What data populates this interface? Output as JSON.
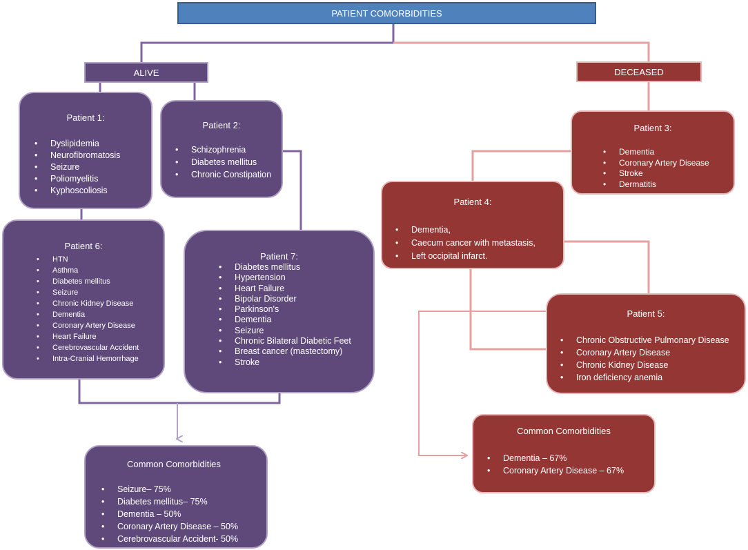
{
  "root_title": "PATIENT COMORBIDITIES",
  "groups": {
    "alive": "ALIVE",
    "deceased": "DECEASED"
  },
  "patients": {
    "p1": {
      "title": "Patient 1:",
      "items": [
        "Dyslipidemia",
        "Neurofibromatosis",
        "Seizure",
        "Poliomyelitis",
        "Kyphoscoliosis"
      ]
    },
    "p2": {
      "title": "Patient 2:",
      "items": [
        "Schizophrenia",
        "Diabetes mellitus",
        "Chronic Constipation"
      ]
    },
    "p3": {
      "title": "Patient 3:",
      "items": [
        "Dementia",
        "Coronary Artery Disease",
        "Stroke",
        "Dermatitis"
      ]
    },
    "p4": {
      "title": "Patient 4:",
      "items": [
        "Dementia,",
        "Caecum cancer with metastasis,",
        " Left occipital infarct."
      ]
    },
    "p5": {
      "title": "Patient 5:",
      "items": [
        "Chronic Obstructive Pulmonary Disease",
        "Coronary Artery Disease",
        "Chronic Kidney Disease",
        "Iron deficiency anemia"
      ]
    },
    "p6": {
      "title": "Patient 6:",
      "items": [
        "HTN",
        "Asthma",
        "Diabetes mellitus",
        "Seizure",
        "Chronic Kidney Disease",
        "Dementia",
        "Coronary Artery Disease",
        "Heart Failure",
        "Cerebrovascular Accident",
        "Intra-Cranial Hemorrhage"
      ]
    },
    "p7": {
      "title": "Patient 7:",
      "items": [
        "Diabetes mellitus",
        "Hypertension",
        "Heart Failure",
        "Bipolar  Disorder",
        "Parkinson's",
        "Dementia",
        "Seizure",
        "Chronic Bilateral Diabetic Feet",
        "Breast cancer (mastectomy)",
        "Stroke"
      ]
    }
  },
  "common_alive": {
    "title": "Common Comorbidities",
    "items": [
      "Seizure– 75%",
      "Diabetes mellitus– 75%",
      "Dementia – 50%",
      "Coronary Artery Disease – 50%",
      "Cerebrovascular Accident- 50%"
    ]
  },
  "common_deceased": {
    "title": "Common Comorbidities",
    "items": [
      "Dementia – 67%",
      "Coronary Artery Disease – 67%"
    ]
  },
  "colors": {
    "alive_fill": "#5f497a",
    "alive_line": "#8064a2",
    "deceased_fill": "#943634",
    "deceased_line": "#e6a0a0",
    "root_fill": "#4f81bd"
  }
}
